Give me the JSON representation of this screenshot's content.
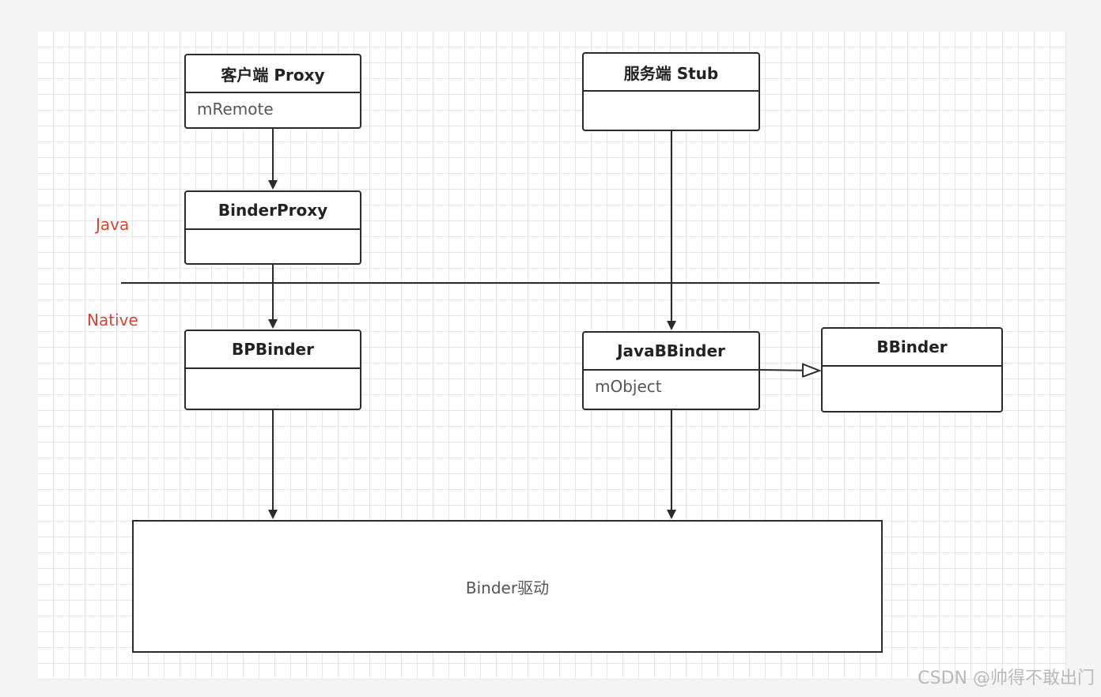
{
  "labels": {
    "java": "Java",
    "native": "Native"
  },
  "nodes": {
    "client_proxy": {
      "title": "客户端 Proxy",
      "field": "mRemote"
    },
    "binder_proxy": {
      "title": "BinderProxy",
      "field": ""
    },
    "bp_binder": {
      "title": "BPBinder",
      "field": ""
    },
    "server_stub": {
      "title": "服务端 Stub",
      "field": ""
    },
    "java_bbinder": {
      "title": "JavaBBinder",
      "field": "mObject"
    },
    "bbinder": {
      "title": "BBinder",
      "field": ""
    }
  },
  "driver": {
    "label": "Binder驱动"
  },
  "watermark": "CSDN @帅得不敢出门",
  "colors": {
    "layer_label": "#d9432f",
    "stroke": "#2b2b2b"
  }
}
